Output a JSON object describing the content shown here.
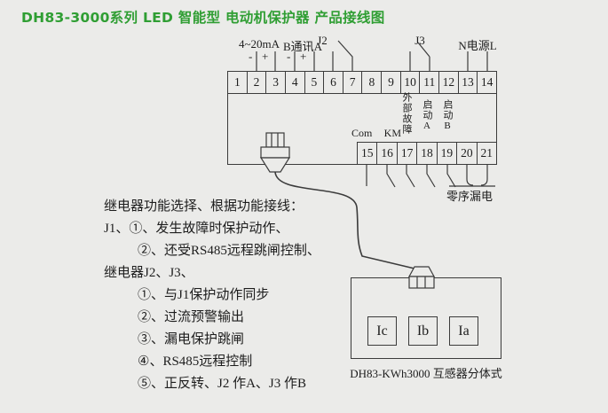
{
  "title": "DH83-3000系列 LED 智能型 电动机保护器 产品接线图",
  "colors": {
    "title_green": "#2f9e33",
    "line": "#3b3b3b",
    "background": "#ebebe9"
  },
  "terminal_block": {
    "top_row": [
      "1",
      "2",
      "3",
      "4",
      "5",
      "6",
      "7",
      "8",
      "9",
      "10",
      "11",
      "12",
      "13",
      "14"
    ],
    "bottom_row": [
      "15",
      "16",
      "17",
      "18",
      "19",
      "20",
      "21"
    ],
    "labels": {
      "analog": "4~20mA",
      "analog_minus": "-",
      "analog_plus": "+",
      "comm": "B通讯A",
      "comm_minus": "-",
      "comm_plus": "+",
      "relay_j2": "J2",
      "relay_j3": "J3",
      "power": "N电源L",
      "com": "Com",
      "km": "KM",
      "external_fault": "外部故障",
      "start_a": "启动A",
      "start_b": "启动B",
      "leakage": "零序漏电"
    }
  },
  "notes": [
    "继电器功能选择、根据功能接线：",
    "J1、①、发生故障时保护动作、",
    "②、还受RS485远程跳闸控制、",
    "继电器J2、J3、",
    "①、与J1保护动作同步",
    "②、过流预警输出",
    "③、漏电保护跳闸",
    "④、RS485远程控制",
    "⑤、正反转、J2 作A、J3 作B"
  ],
  "ct_unit": {
    "phases": [
      "Ic",
      "Ib",
      "Ia"
    ],
    "caption": "DH83-KWh3000 互感器分体式"
  }
}
